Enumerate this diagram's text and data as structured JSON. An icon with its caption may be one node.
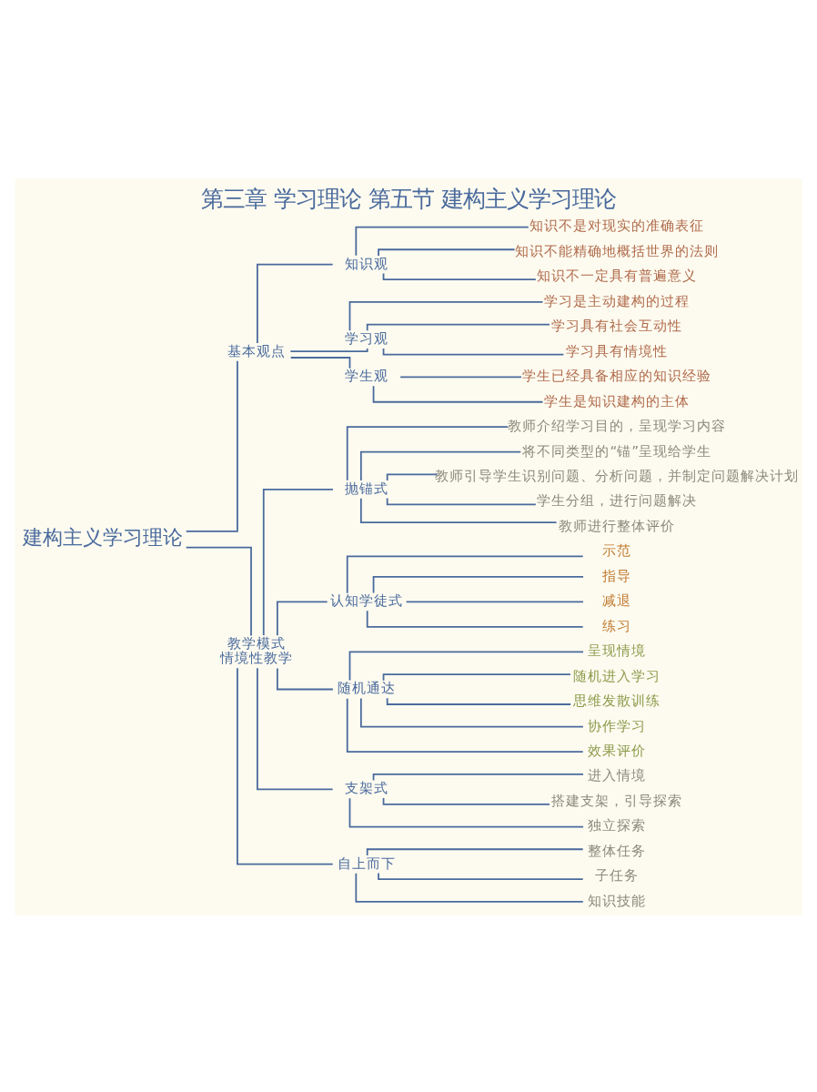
{
  "diagram": {
    "title": "第三章 学习理论 第五节 建构主义学习理论",
    "nodes": [
      {
        "text": [
          "建构主义学习理论"
        ]
      },
      {
        "text": [
          "基本观点"
        ]
      },
      {
        "text": [
          "知识观"
        ]
      },
      {
        "text": [
          "知识不是对现实的准确表征"
        ]
      },
      {
        "text": [
          "知识不能精确地概括世界的法则"
        ]
      },
      {
        "text": [
          "知识不一定具有普遍意义"
        ]
      },
      {
        "text": [
          "学习观"
        ]
      },
      {
        "text": [
          "学习是主动建构的过程"
        ]
      },
      {
        "text": [
          "学习具有社会互动性"
        ]
      },
      {
        "text": [
          "学习具有情境性"
        ]
      },
      {
        "text": [
          "学生观"
        ]
      },
      {
        "text": [
          "学生已经具备相应的知识经验"
        ]
      },
      {
        "text": [
          "学生是知识建构的主体"
        ]
      },
      {
        "text": [
          "教学模式",
          "情境性教学"
        ]
      },
      {
        "text": [
          "抛锚式"
        ]
      },
      {
        "text": [
          "教师介绍学习目的，呈现学习内容"
        ]
      },
      {
        "text": [
          "将不同类型的“锚”呈现给学生"
        ]
      },
      {
        "text": [
          "教师引导学生识别问题、分析问题，并制定问题解决计划"
        ]
      },
      {
        "text": [
          "学生分组，进行问题解决"
        ]
      },
      {
        "text": [
          "教师进行整体评价"
        ]
      },
      {
        "text": [
          "认知学徒式"
        ]
      },
      {
        "text": [
          "示范"
        ]
      },
      {
        "text": [
          "指导"
        ]
      },
      {
        "text": [
          "减退"
        ]
      },
      {
        "text": [
          "练习"
        ]
      },
      {
        "text": [
          "随机通达"
        ]
      },
      {
        "text": [
          "呈现情境"
        ]
      },
      {
        "text": [
          "随机进入学习"
        ]
      },
      {
        "text": [
          "思维发散训练"
        ]
      },
      {
        "text": [
          "协作学习"
        ]
      },
      {
        "text": [
          "效果评价"
        ]
      },
      {
        "text": [
          "支架式"
        ]
      },
      {
        "text": [
          "进入情境"
        ]
      },
      {
        "text": [
          "搭建支架，引导探索"
        ]
      },
      {
        "text": [
          "独立探索"
        ]
      },
      {
        "text": [
          "自上而下"
        ]
      },
      {
        "text": [
          "整体任务"
        ]
      },
      {
        "text": [
          "子任务"
        ]
      },
      {
        "text": [
          "知识技能"
        ]
      }
    ],
    "edges": [
      {
        "from": 0,
        "to": 1,
        "arrow": "none"
      },
      {
        "from": 1,
        "to": 2,
        "arrow": "none"
      },
      {
        "from": 2,
        "to": 3,
        "arrow": "none"
      },
      {
        "from": 2,
        "to": 4,
        "arrow": "none"
      },
      {
        "from": 2,
        "to": 5,
        "arrow": "none"
      },
      {
        "from": 1,
        "to": 6,
        "arrow": "none"
      },
      {
        "from": 6,
        "to": 7,
        "arrow": "none"
      },
      {
        "from": 6,
        "to": 8,
        "arrow": "none"
      },
      {
        "from": 6,
        "to": 9,
        "arrow": "none"
      },
      {
        "from": 1,
        "to": 10,
        "arrow": "none"
      },
      {
        "from": 10,
        "to": 11,
        "arrow": "none"
      },
      {
        "from": 10,
        "to": 12,
        "arrow": "none"
      },
      {
        "from": 0,
        "to": 13,
        "arrow": "none"
      },
      {
        "from": 13,
        "to": 14,
        "arrow": "none"
      },
      {
        "from": 14,
        "to": 15,
        "arrow": "none"
      },
      {
        "from": 14,
        "to": 16,
        "arrow": "none"
      },
      {
        "from": 14,
        "to": 17,
        "arrow": "none"
      },
      {
        "from": 14,
        "to": 18,
        "arrow": "none"
      },
      {
        "from": 14,
        "to": 19,
        "arrow": "none"
      },
      {
        "from": 13,
        "to": 20,
        "arrow": "none"
      },
      {
        "from": 20,
        "to": 21,
        "arrow": "none"
      },
      {
        "from": 20,
        "to": 22,
        "arrow": "none"
      },
      {
        "from": 20,
        "to": 23,
        "arrow": "none"
      },
      {
        "from": 20,
        "to": 24,
        "arrow": "none"
      },
      {
        "from": 13,
        "to": 25,
        "arrow": "none"
      },
      {
        "from": 25,
        "to": 26,
        "arrow": "none"
      },
      {
        "from": 25,
        "to": 27,
        "arrow": "none"
      },
      {
        "from": 25,
        "to": 28,
        "arrow": "none"
      },
      {
        "from": 25,
        "to": 29,
        "arrow": "none"
      },
      {
        "from": 25,
        "to": 30,
        "arrow": "none"
      },
      {
        "from": 13,
        "to": 31,
        "arrow": "none"
      },
      {
        "from": 31,
        "to": 32,
        "arrow": "none"
      },
      {
        "from": 31,
        "to": 33,
        "arrow": "none"
      },
      {
        "from": 31,
        "to": 34,
        "arrow": "none"
      },
      {
        "from": 13,
        "to": 35,
        "arrow": "none"
      },
      {
        "from": 35,
        "to": 36,
        "arrow": "none"
      },
      {
        "from": 35,
        "to": 37,
        "arrow": "none"
      },
      {
        "from": 35,
        "to": 38,
        "arrow": "none"
      }
    ]
  }
}
